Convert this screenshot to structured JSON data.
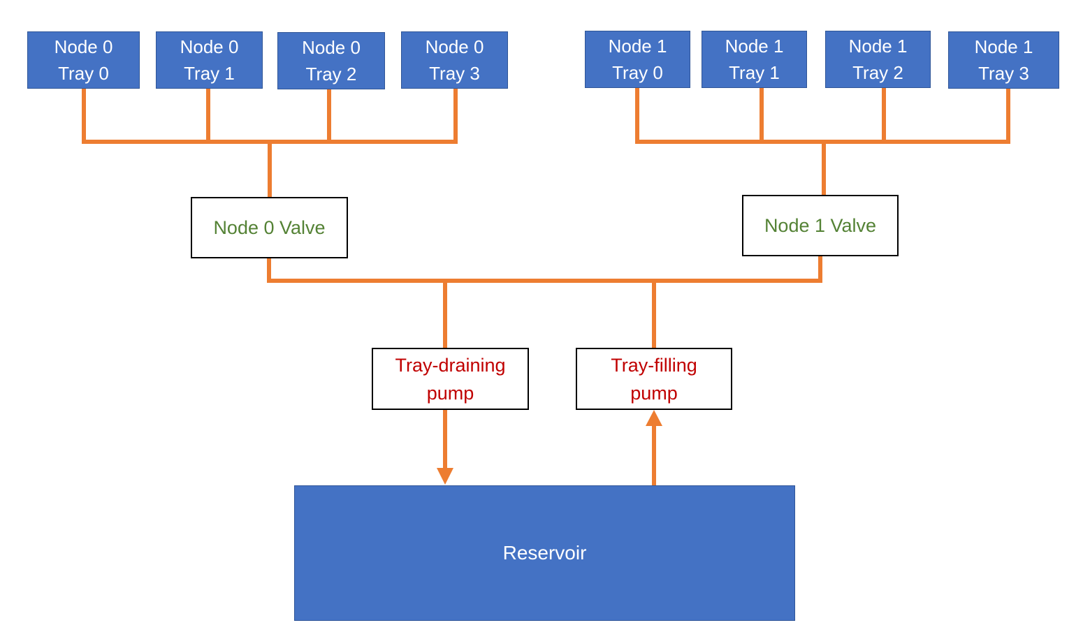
{
  "node0": {
    "trays": [
      {
        "line1": "Node 0",
        "line2": "Tray 0"
      },
      {
        "line1": "Node 0",
        "line2": "Tray 1"
      },
      {
        "line1": "Node 0",
        "line2": "Tray 2"
      },
      {
        "line1": "Node 0",
        "line2": "Tray 3"
      }
    ],
    "valve": "Node 0 Valve"
  },
  "node1": {
    "trays": [
      {
        "line1": "Node 1",
        "line2": "Tray 0"
      },
      {
        "line1": "Node 1",
        "line2": "Tray 1"
      },
      {
        "line1": "Node 1",
        "line2": "Tray 2"
      },
      {
        "line1": "Node 1",
        "line2": "Tray 3"
      }
    ],
    "valve": "Node 1 Valve"
  },
  "pumps": {
    "draining": {
      "line1": "Tray-draining",
      "line2": "pump"
    },
    "filling": {
      "line1": "Tray-filling",
      "line2": "pump"
    }
  },
  "reservoir": "Reservoir",
  "colors": {
    "pipe": "#ed7d31",
    "tray_fill": "#4472c4",
    "valve_text": "#548235",
    "pump_text": "#c00000"
  }
}
